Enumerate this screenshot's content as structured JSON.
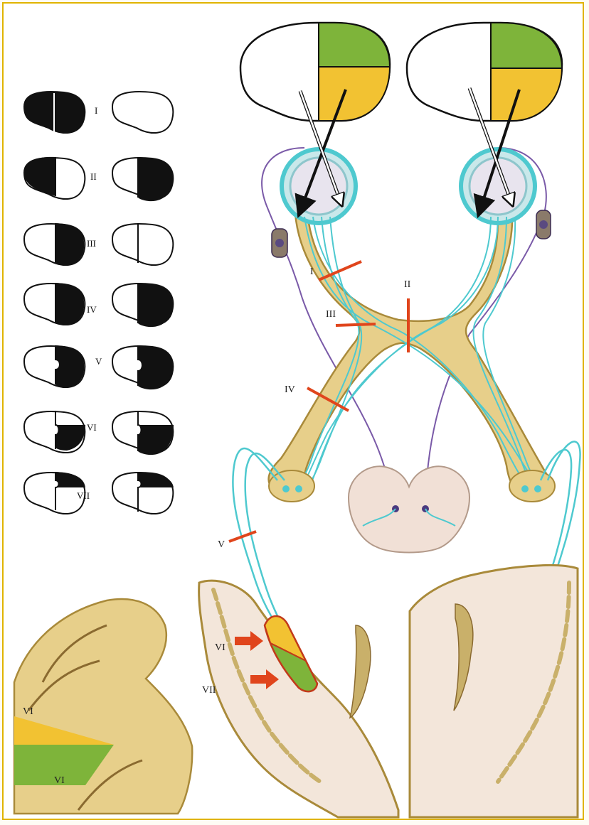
{
  "colors": {
    "frame": "#e0b400",
    "upper_quadrant": "#f2c232",
    "lower_quadrant": "#7eb43a",
    "fibers": "#4ec9cf",
    "nerve_tract": "#c9b06a",
    "lesion_marker": "#e0451c",
    "visual_defect": "#111111",
    "autonomic_fiber": "#7a5aa8"
  },
  "visual_field_defects": [
    {
      "roman": "I"
    },
    {
      "roman": "II"
    },
    {
      "roman": "III"
    },
    {
      "roman": "IV"
    },
    {
      "roman": "V"
    },
    {
      "roman": "VI"
    },
    {
      "roman": "VII"
    }
  ],
  "lesion_sites": [
    {
      "roman": "I"
    },
    {
      "roman": "II"
    },
    {
      "roman": "III"
    },
    {
      "roman": "IV"
    },
    {
      "roman": "V"
    }
  ],
  "cortex_labels": {
    "coronal_upper": "VI",
    "coronal_lower": "VII",
    "sagittal_upper": "VI",
    "sagittal_lower": "VI"
  }
}
